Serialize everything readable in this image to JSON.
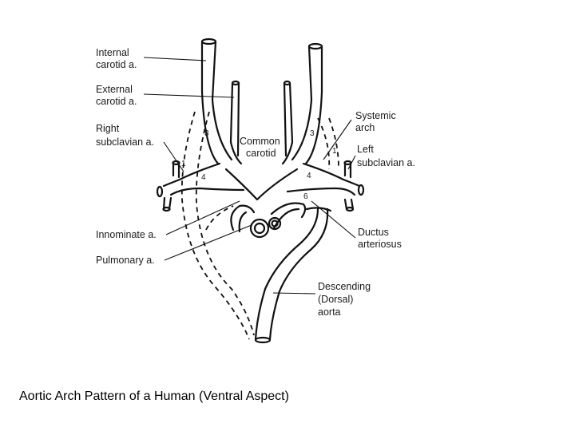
{
  "diagram": {
    "labels": {
      "internal_carotid": [
        "Internal",
        "carotid a."
      ],
      "external_carotid": [
        "External",
        "carotid a."
      ],
      "right_subclavian": [
        "Right",
        "subclavian a."
      ],
      "common_carotid": [
        "Common",
        "carotid"
      ],
      "systemic_arch": [
        "Systemic",
        "arch"
      ],
      "left_subclavian": [
        "Left",
        "subclavian a."
      ],
      "innominate": "Innominate a.",
      "ductus_arteriosus": [
        "Ductus",
        "arteriosus"
      ],
      "pulmonary": "Pulmonary a.",
      "descending_aorta": [
        "Descending",
        "(Dorsal)",
        "aorta"
      ]
    },
    "arch_numbers": {
      "r3": "3",
      "l3": "3",
      "r4": "4",
      "l4": "4",
      "r1": "1",
      "l1": "1",
      "six": "6"
    }
  },
  "caption": "Aortic Arch Pattern of a Human (Ventral Aspect)"
}
